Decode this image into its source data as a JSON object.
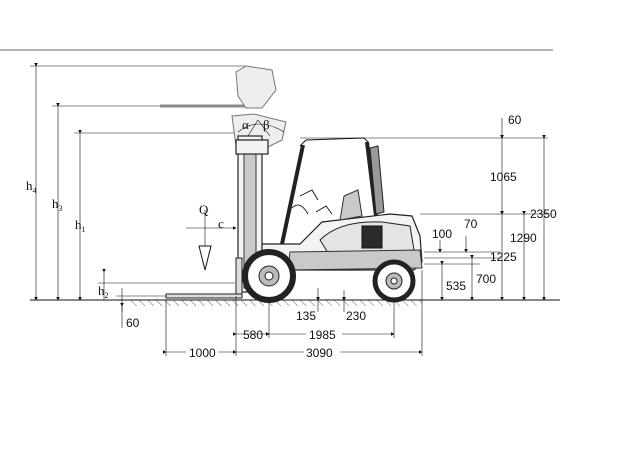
{
  "symbols": {
    "h4": "h",
    "h4_sub": "4",
    "h3": "h",
    "h3_sub": "3",
    "h1": "h",
    "h1_sub": "1",
    "h2": "h",
    "h2_sub": "2",
    "load": "Q",
    "load_center": "c",
    "alpha": "α",
    "beta": "β"
  },
  "dimensions": {
    "overhead_guard_top": "60",
    "guard_to_seat": "1065",
    "overall_height": "2350",
    "seat_height": "1290",
    "coupling_rear": "100",
    "coupling_offset": "70",
    "coupling_height_high": "1225",
    "coupling_height_mid": "700",
    "coupling_height_low": "535",
    "ground_clearance_mast": "135",
    "ground_clearance_center": "230",
    "front_overhang": "580",
    "wheelbase": "1985",
    "fork_length": "1000",
    "length_to_fork_face": "3090",
    "fork_thickness": "60"
  }
}
